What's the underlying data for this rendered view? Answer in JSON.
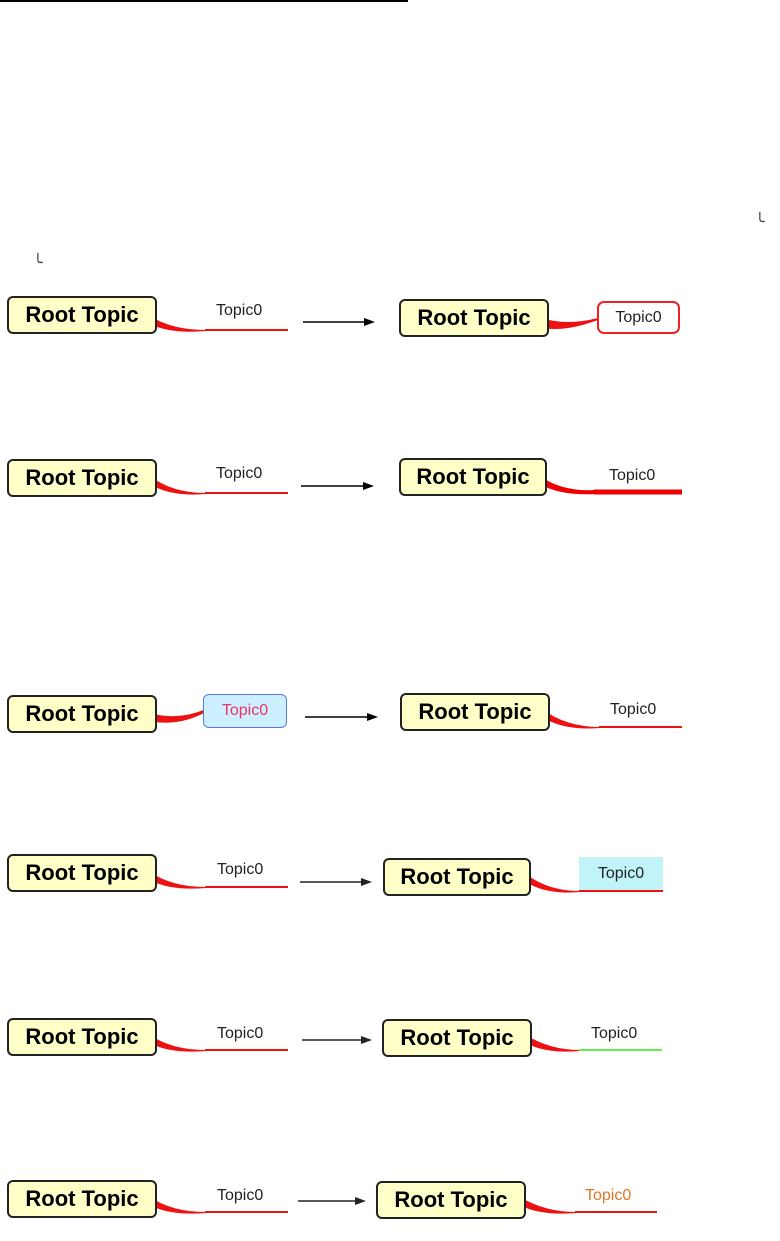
{
  "glyphs": {
    "right_corner": "╰",
    "left_hook": "╰"
  },
  "rows": [
    {
      "id": "row1",
      "left": {
        "root": "Root Topic",
        "topic": "Topic0",
        "style": "line",
        "line_color": "#ee1111"
      },
      "right": {
        "root": "Root Topic",
        "topic": "Topic0",
        "style": "rounded-box",
        "border_color": "#ee2222",
        "fill": "#ffffff",
        "text_color": "#222222"
      }
    },
    {
      "id": "row2",
      "left": {
        "root": "Root Topic",
        "topic": "Topic0",
        "style": "line",
        "line_color": "#ee1111"
      },
      "right": {
        "root": "Root Topic",
        "topic": "Topic0",
        "style": "thick-line",
        "line_color": "#ee0000"
      }
    },
    {
      "id": "row3",
      "left": {
        "root": "Root Topic",
        "topic": "Topic0",
        "style": "rounded-box",
        "border_color": "#5577ee",
        "fill": "#ccf0ff",
        "text_color": "#ee3366"
      },
      "right": {
        "root": "Root Topic",
        "topic": "Topic0",
        "style": "line",
        "line_color": "#ee1111"
      }
    },
    {
      "id": "row4",
      "left": {
        "root": "Root Topic",
        "topic": "Topic0",
        "style": "line",
        "line_color": "#ee1111"
      },
      "right": {
        "root": "Root Topic",
        "topic": "Topic0",
        "style": "filled-rect",
        "fill": "#c0f4f8",
        "line_color": "#ee1111",
        "text_color": "#222222"
      }
    },
    {
      "id": "row5",
      "left": {
        "root": "Root Topic",
        "topic": "Topic0",
        "style": "line",
        "line_color": "#ee1111"
      },
      "right": {
        "root": "Root Topic",
        "topic": "Topic0",
        "style": "line",
        "line_color": "#66ee44"
      }
    },
    {
      "id": "row6",
      "left": {
        "root": "Root Topic",
        "topic": "Topic0",
        "style": "line",
        "line_color": "#ee1111"
      },
      "right": {
        "root": "Root Topic",
        "topic": "Topic0",
        "style": "line",
        "line_color": "#ee1111",
        "text_color": "#dd7722"
      }
    }
  ]
}
